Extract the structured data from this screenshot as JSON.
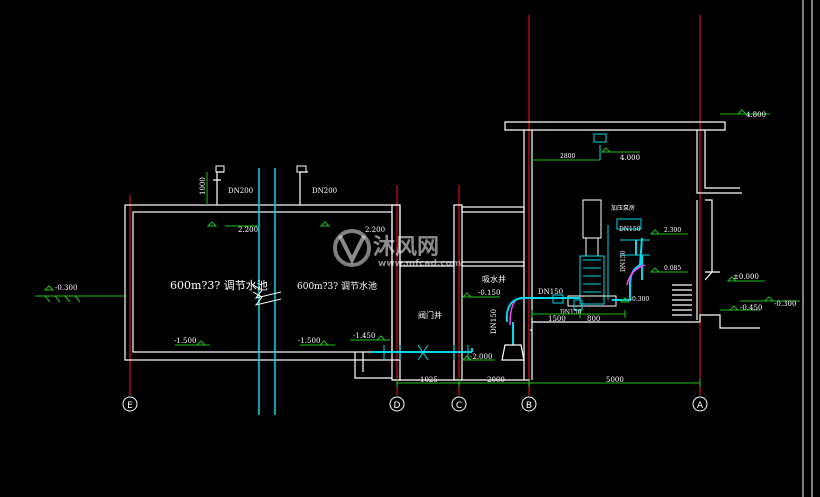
{
  "tanks": {
    "left_label": "600m?3? 调节水池",
    "right_label": "600m?3? 调节水池"
  },
  "rooms": {
    "valve_well": "阀门井",
    "suction_well": "吸水井",
    "pump_room": "加压泵房"
  },
  "pipes": {
    "vent_left": "DN200",
    "vent_right": "DN200",
    "suction_main": "DN150",
    "suction_vertical": "DN150",
    "pump_outlet": "DN150",
    "pump_inlet": "DN150",
    "pump_outlet_top": "DN150"
  },
  "elevations": {
    "ground_left": "-0.300",
    "roof_tank_left": "2.200",
    "roof_tank_right": "2.200",
    "tank_bottom_left": "-1.500",
    "tank_bottom_right": "-1.500",
    "valve_well_floor": "-1.450",
    "suction_floor": "-2.000",
    "suction_top": "-0.150",
    "pump_room_roof": "4.800",
    "crane_level": "4.000",
    "pump_pipe_high": "2.300",
    "pump_pipe_mid": "0.085",
    "pump_pipe_low": "-0.300",
    "floor_level": "±0.000",
    "outside_step": "-0.450",
    "outside_ground": "-0.300"
  },
  "dimensions": {
    "vent_height": "1000",
    "crane_offset": "2800",
    "valve_well_width": "1025",
    "suction_well_width": "2000",
    "pump_room_width": "5000",
    "pump_spacing_a": "1500",
    "pump_spacing_b": "800"
  },
  "axes": {
    "e": "E",
    "d": "D",
    "c": "C",
    "b": "B",
    "a": "A"
  },
  "watermark": {
    "brand": "沐风网",
    "url": "www.mfcad.com"
  }
}
